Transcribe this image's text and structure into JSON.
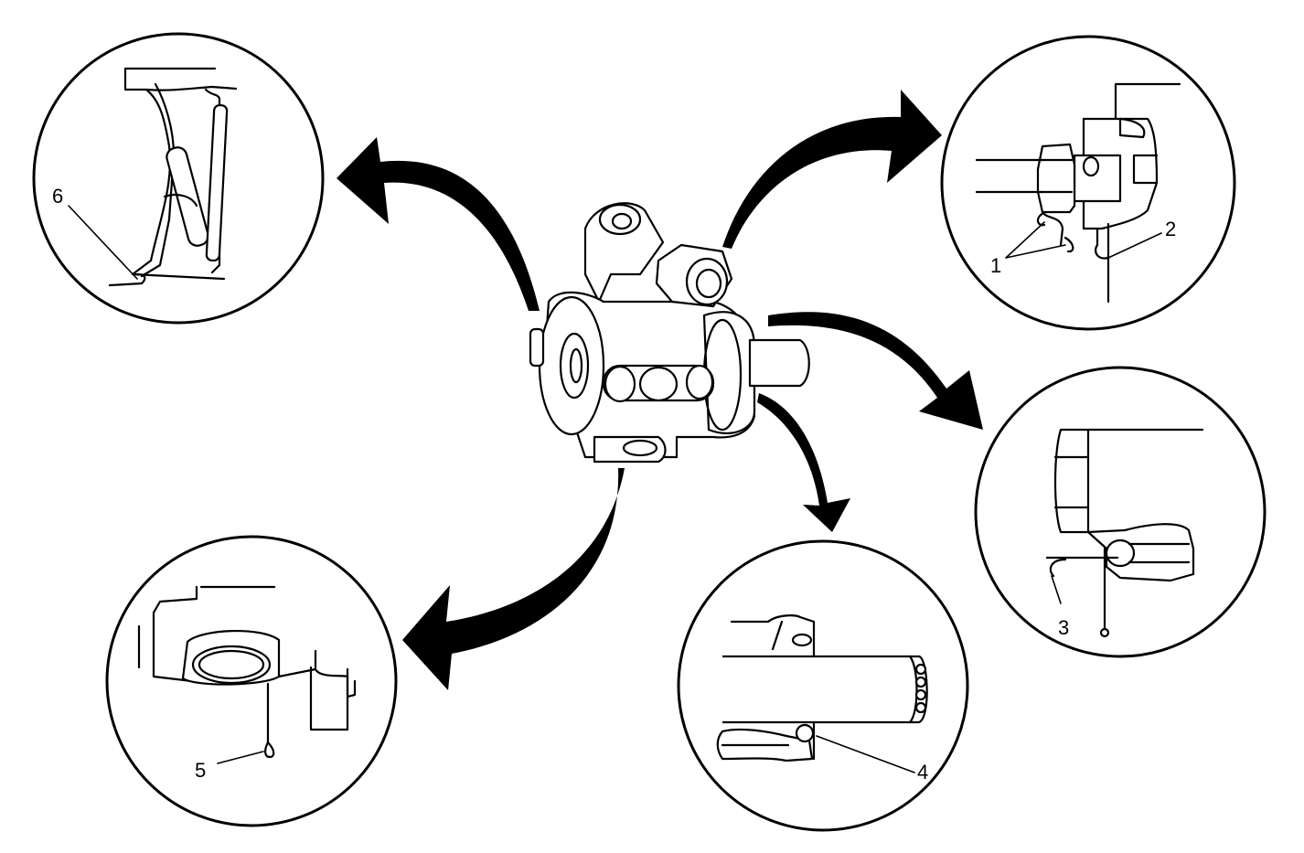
{
  "callouts": [
    {
      "id": "1",
      "text": "1"
    },
    {
      "id": "2",
      "text": "2"
    },
    {
      "id": "3",
      "text": "3"
    },
    {
      "id": "4",
      "text": "4"
    },
    {
      "id": "5",
      "text": "5"
    },
    {
      "id": "6",
      "text": "6"
    }
  ],
  "colors": {
    "ink": "#000000",
    "background": "#ffffff"
  }
}
